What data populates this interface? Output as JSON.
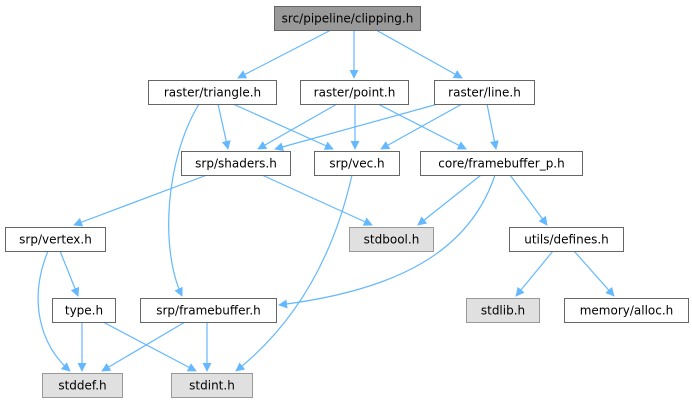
{
  "title": "src/pipeline/clipping.h",
  "colors": {
    "edge": "#63b8ff",
    "root_fill": "#999999",
    "root_stroke": "#666666",
    "node_fill": "#ffffff",
    "node_stroke": "#666666",
    "system_fill": "#e0e0e0",
    "system_stroke": "#999999"
  },
  "nodes": [
    {
      "id": "clipping",
      "label": "src/pipeline/clipping.h",
      "kind": "root"
    },
    {
      "id": "triangle",
      "label": "raster/triangle.h",
      "kind": "file"
    },
    {
      "id": "point",
      "label": "raster/point.h",
      "kind": "file"
    },
    {
      "id": "line",
      "label": "raster/line.h",
      "kind": "file"
    },
    {
      "id": "shaders",
      "label": "srp/shaders.h",
      "kind": "file"
    },
    {
      "id": "vec",
      "label": "srp/vec.h",
      "kind": "file"
    },
    {
      "id": "framebuffer_p",
      "label": "core/framebuffer_p.h",
      "kind": "file"
    },
    {
      "id": "vertex",
      "label": "srp/vertex.h",
      "kind": "file"
    },
    {
      "id": "stdbool",
      "label": "stdbool.h",
      "kind": "system"
    },
    {
      "id": "defines",
      "label": "utils/defines.h",
      "kind": "file"
    },
    {
      "id": "type",
      "label": "type.h",
      "kind": "file"
    },
    {
      "id": "framebuffer",
      "label": "srp/framebuffer.h",
      "kind": "file"
    },
    {
      "id": "stdlib",
      "label": "stdlib.h",
      "kind": "system"
    },
    {
      "id": "alloc",
      "label": "memory/alloc.h",
      "kind": "file"
    },
    {
      "id": "stddef",
      "label": "stddef.h",
      "kind": "system"
    },
    {
      "id": "stdint",
      "label": "stdint.h",
      "kind": "system"
    }
  ],
  "edges": [
    {
      "from": "clipping",
      "to": "triangle"
    },
    {
      "from": "clipping",
      "to": "point"
    },
    {
      "from": "clipping",
      "to": "line"
    },
    {
      "from": "triangle",
      "to": "framebuffer"
    },
    {
      "from": "triangle",
      "to": "shaders"
    },
    {
      "from": "triangle",
      "to": "vec"
    },
    {
      "from": "point",
      "to": "shaders"
    },
    {
      "from": "point",
      "to": "vec"
    },
    {
      "from": "point",
      "to": "framebuffer_p"
    },
    {
      "from": "line",
      "to": "shaders"
    },
    {
      "from": "line",
      "to": "vec"
    },
    {
      "from": "line",
      "to": "framebuffer_p"
    },
    {
      "from": "shaders",
      "to": "vertex"
    },
    {
      "from": "shaders",
      "to": "stdbool"
    },
    {
      "from": "vec",
      "to": "stdint"
    },
    {
      "from": "framebuffer_p",
      "to": "stdbool"
    },
    {
      "from": "framebuffer_p",
      "to": "framebuffer"
    },
    {
      "from": "framebuffer_p",
      "to": "defines"
    },
    {
      "from": "vertex",
      "to": "stddef"
    },
    {
      "from": "vertex",
      "to": "type"
    },
    {
      "from": "type",
      "to": "stddef"
    },
    {
      "from": "type",
      "to": "stdint"
    },
    {
      "from": "framebuffer",
      "to": "stddef"
    },
    {
      "from": "framebuffer",
      "to": "stdint"
    },
    {
      "from": "defines",
      "to": "stdlib"
    },
    {
      "from": "defines",
      "to": "alloc"
    }
  ]
}
